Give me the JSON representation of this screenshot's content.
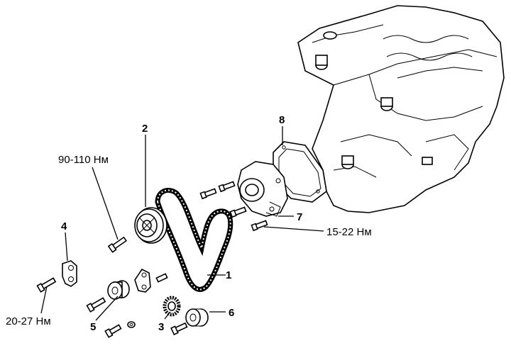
{
  "callouts": {
    "belt": "1",
    "camshaft_pulley": "2",
    "crank_sprocket": "3",
    "tensioner": "4",
    "idler_pulley": "5",
    "crank_pulley_small": "6",
    "water_pump": "7",
    "gasket": "8"
  },
  "torques": {
    "camshaft_bolt": "90-110 Нм",
    "water_pump_bolt": "15-22 Нм",
    "tensioner_bolt": "20-27 Нм"
  }
}
